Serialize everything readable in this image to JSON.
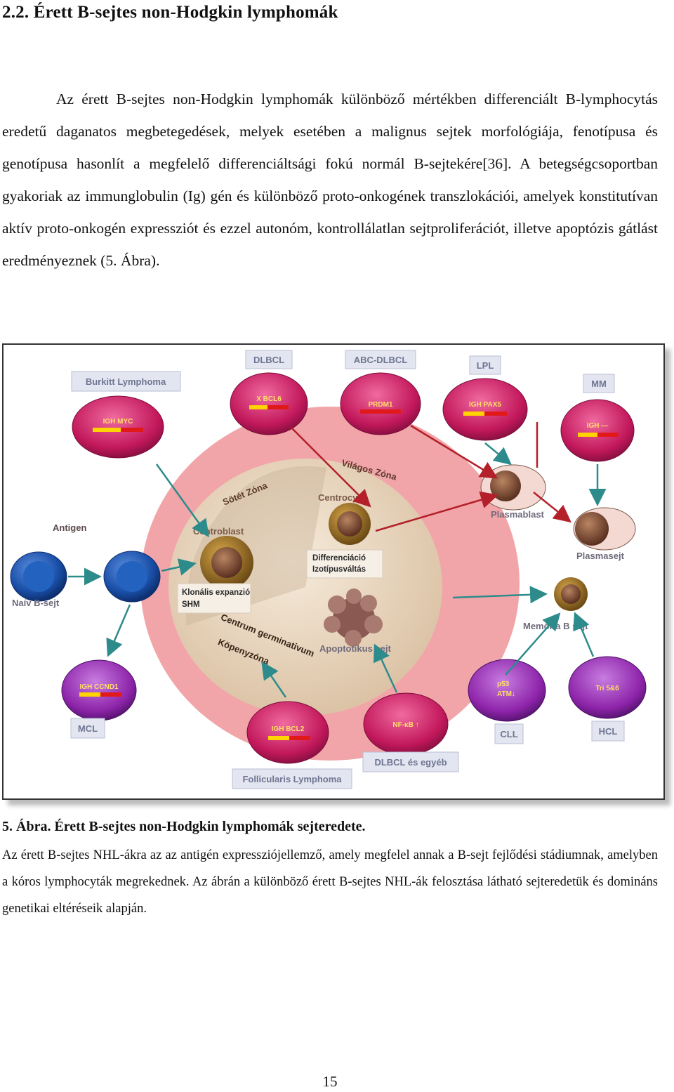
{
  "heading": "2.2. Érett B-sejtes non-Hodgkin lymphomák",
  "paragraph": "Az érett B-sejtes non-Hodgkin lymphomák különböző mértékben differenciált B-lymphocytás eredetű daganatos megbetegedések, melyek esetében a malignus sejtek morfológiája, fenotípusa és genotípusa hasonlít a megfelelő differenciáltsági fokú normál B-sejtekére[36]. A betegségcsoportban gyakoriak az immunglobulin (Ig) gén és különböző proto-onkogének transzlokációi, amelyek konstitutívan aktív proto-onkogén expressziót és ezzel autonóm, kontrollálatlan sejtproliferációt, illetve apoptózis gátlást eredményeznek (5. Ábra).",
  "figure": {
    "colors": {
      "pink_ring": "#f2a5a9",
      "germinal_center": "#ead9c4",
      "cell_blue": "#1a4fa8",
      "cell_magenta": "#c2185b",
      "cell_purple": "#8e24aa",
      "label_box": "#e3e6f0",
      "arrow_teal": "#2e8b8b",
      "arrow_red": "#b3202a"
    },
    "labels": {
      "dlbcl": "DLBCL",
      "abc_dlbcl": "ABC-DLBCL",
      "lpl": "LPL",
      "burkitt": "Burkitt Lymphoma",
      "mm": "MM",
      "mcl": "MCL",
      "cll": "CLL",
      "hcl": "HCL",
      "dlbcl_other": "DLBCL és egyéb",
      "follicular": "Follicularis Lymphoma"
    },
    "cells": {
      "burkitt_genes": "IGH   MYC",
      "dlbcl_genes": "X   BCL6",
      "abc_genes": "PRDM1",
      "lpl_genes": "IGH   PAX5",
      "mm_genes": "IGH   —",
      "mcl_genes": "IGH CCND1",
      "fl_genes": "IGH   BCL2",
      "nfkb": "NF-κB ↑",
      "cll_genes": "p53\nATM↓",
      "hcl_genes": "Tri 5&6"
    },
    "zones": {
      "dark_zone": "Sötét Zóna",
      "light_zone": "Világos Zóna",
      "centrocyta": "Centrocyta",
      "centroblast": "Centroblast",
      "germinal_center": "Centrum germinativum",
      "mantle": "Köpenyzóna"
    },
    "annotations": {
      "antigen": "Antigen",
      "naive": "Naív B-sejt",
      "clonal": "Klonális expanzió\nSHM",
      "diff": "Differenciáció\nIzotípusváltás",
      "apoptotic": "Apoptotikus sejt",
      "plasmablast": "Plasmablast",
      "plasma": "Plasmasejt",
      "memory": "Memória B sejt"
    }
  },
  "caption_title": "5. Ábra. Érett B-sejtes non-Hodgkin lymphomák sejteredete.",
  "caption_text": "Az érett B-sejtes NHL-ákra az az antigén expressziójellemző, amely megfelel annak a B-sejt fejlődési stádiumnak, amelyben a kóros lymphocyták megrekednek. Az ábrán a különböző érett B-sejtes NHL-ák felosztása látható sejteredetük és domináns genetikai eltéréseik alapján.",
  "page_number": "15"
}
